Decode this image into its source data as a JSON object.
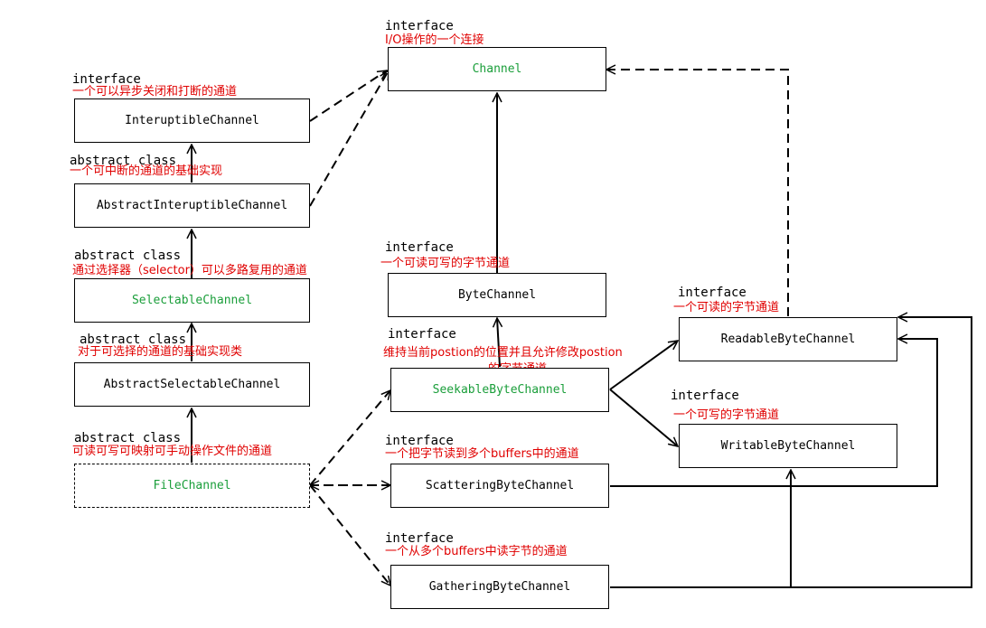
{
  "colors": {
    "line": "#000000",
    "class_name_green": "#1a9e3a",
    "description_red": "#e00000"
  },
  "nodes": {
    "channel": {
      "name": "Channel",
      "kind": "interface",
      "desc": "I/O操作的一个连接"
    },
    "interruptible_channel": {
      "name": "InteruptibleChannel",
      "kind": "interface",
      "desc": "一个可以异步关闭和打断的通道"
    },
    "abstract_interruptible_channel": {
      "name": "AbstractInteruptibleChannel",
      "kind": "abstract class",
      "desc": "一个可中断的通道的基础实现"
    },
    "selectable_channel": {
      "name": "SelectableChannel",
      "kind": "abstract class",
      "desc": "通过选择器（selector）可以多路复用的通道"
    },
    "abstract_selectable_channel": {
      "name": "AbstractSelectableChannel",
      "kind": "abstract class",
      "desc": "对于可选择的通道的基础实现类"
    },
    "file_channel": {
      "name": "FileChannel",
      "kind": "abstract class",
      "desc": "可读可写可映射可手动操作文件的通道"
    },
    "byte_channel": {
      "name": "ByteChannel",
      "kind": "interface",
      "desc": "一个可读可写的字节通道"
    },
    "seekable_byte_channel": {
      "name": "SeekableByteChannel",
      "kind": "interface",
      "desc_line1": "维持当前postion的位置并且允许修改postion",
      "desc_line2": "的字节通道"
    },
    "scattering_byte_channel": {
      "name": "ScatteringByteChannel",
      "kind": "interface",
      "desc": "一个把字节读到多个buffers中的通道"
    },
    "gathering_byte_channel": {
      "name": "GatheringByteChannel",
      "kind": "interface",
      "desc": "一个从多个buffers中读字节的通道"
    },
    "readable_byte_channel": {
      "name": "ReadableByteChannel",
      "kind": "interface",
      "desc": "一个可读的字节通道"
    },
    "writable_byte_channel": {
      "name": "WritableByteChannel",
      "kind": "interface",
      "desc": "一个可写的字节通道"
    }
  }
}
